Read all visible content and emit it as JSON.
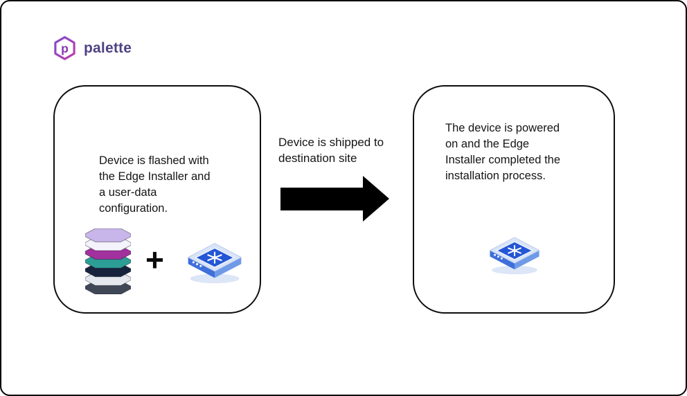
{
  "page": {
    "background_color": "#ffffff",
    "border_color": "#000000"
  },
  "logo": {
    "brand": "palette",
    "letter": "p",
    "text_color": "#4f4282",
    "gradient_start": "#7d4bd0",
    "gradient_end": "#c23ba6"
  },
  "flow": {
    "left_box": {
      "lines": [
        "Device is flashed with",
        "the Edge Installer and",
        "a user-data",
        "configuration."
      ]
    },
    "plus_sign": "+",
    "transition": {
      "lines": [
        "Device is shipped to",
        "destination site"
      ]
    },
    "right_box": {
      "lines": [
        "The device is powered",
        "on and the Edge",
        "Installer completed the",
        "installation process."
      ]
    }
  },
  "icons": {
    "layer_stack": {
      "colors": [
        "#c8b5e9",
        "#f4f2fa",
        "#a2319e",
        "#2d9e96",
        "#17233d",
        "#e4e7ee",
        "#3f4756"
      ]
    },
    "device": {
      "shadow_color": "#dce6f7",
      "top_color": "#d9e4f8",
      "panel_color": "#2456d6",
      "left_color": "#3f6fdb",
      "right_color": "#6f9ae8",
      "mark_color": "#ffffff"
    }
  }
}
